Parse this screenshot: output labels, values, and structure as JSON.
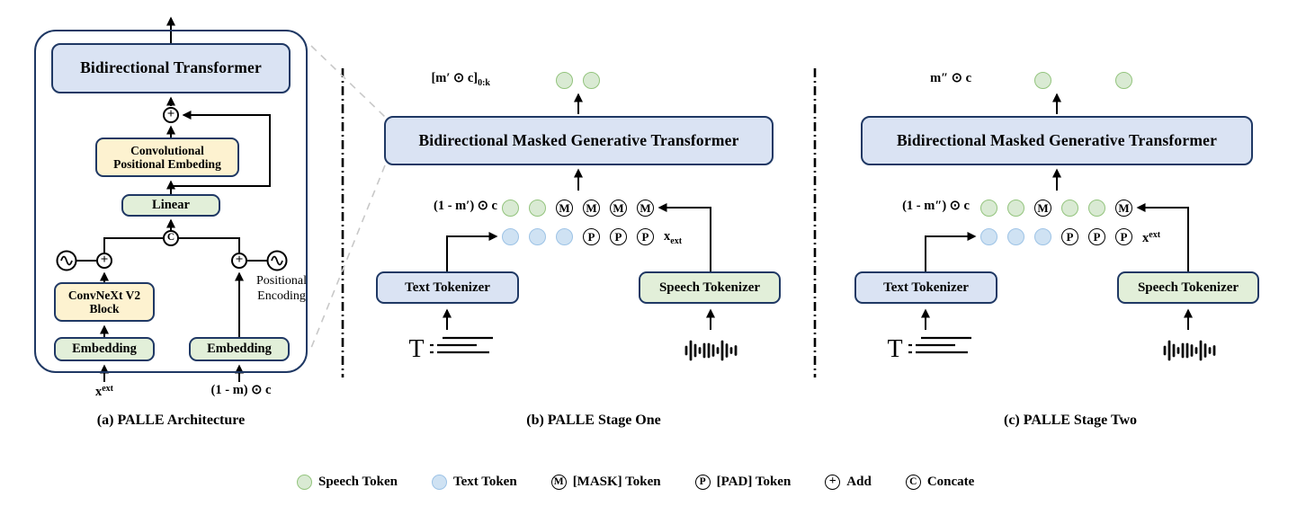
{
  "figure": {
    "panel_a": {
      "caption": "(a) PALLE Architecture",
      "transformer_label": "Bidirectional Transformer",
      "conv_pos_line1": "Convolutional",
      "conv_pos_line2": "Positional Embeding",
      "linear_label": "Linear",
      "convnext_line1": "ConvNeXt V2",
      "convnext_line2": "Block",
      "embedding_left_label": "Embedding",
      "embedding_right_label": "Embedding",
      "positional_encoding_line1": "Positional",
      "positional_encoding_line2": "Encoding",
      "input_left_base": "x",
      "input_left_sup": "ext",
      "input_right": "(1 - m) ⊙ c",
      "add_symbol": "+",
      "concat_symbol": "C"
    },
    "panel_b": {
      "caption": "(b) PALLE Stage One",
      "output_label_main": "[m′ ⊙ c]",
      "output_label_sub": "0:k",
      "output_tokens": [
        "speech",
        "speech"
      ],
      "transformer_label": "Bidirectional Masked Generative Transformer",
      "row1_label": "(1 - m′) ⊙ c",
      "row1_tokens": [
        "speech",
        "speech",
        "mask",
        "mask",
        "mask",
        "mask"
      ],
      "row2_tokens": [
        "text",
        "text",
        "text",
        "pad",
        "pad",
        "pad"
      ],
      "row2_label_base": "x",
      "row2_label_sub": "ext",
      "text_tokenizer_label": "Text Tokenizer",
      "speech_tokenizer_label": "Speech Tokenizer"
    },
    "panel_c": {
      "caption": "(c) PALLE Stage Two",
      "output_label_main": "m″ ⊙ c",
      "output_tokens": [
        "speech",
        "speech"
      ],
      "transformer_label": "Bidirectional Masked Generative Transformer",
      "row1_label": "(1 - m″) ⊙ c",
      "row1_tokens": [
        "speech",
        "speech",
        "mask",
        "speech",
        "speech",
        "mask"
      ],
      "row2_tokens": [
        "text",
        "text",
        "text",
        "pad",
        "pad",
        "pad"
      ],
      "row2_label_base": "x",
      "row2_label_sup": "ext",
      "text_tokenizer_label": "Text Tokenizer",
      "speech_tokenizer_label": "Speech Tokenizer"
    },
    "legend": {
      "items": [
        {
          "icon": "speech-token",
          "label": "Speech Token"
        },
        {
          "icon": "text-token",
          "label": "Text Token"
        },
        {
          "icon": "mask-token",
          "symbol": "M",
          "label": "[MASK] Token"
        },
        {
          "icon": "pad-token",
          "symbol": "P",
          "label": "[PAD] Token"
        },
        {
          "icon": "add",
          "symbol": "+",
          "label": "Add"
        },
        {
          "icon": "concat",
          "symbol": "C",
          "label": "Concate"
        }
      ]
    },
    "token_letters": {
      "speech": "",
      "text": "",
      "mask": "M",
      "pad": "P"
    },
    "colors": {
      "navy_border": "#1f3864",
      "blue_fill": "#dae3f3",
      "green_fill": "#e2efd9",
      "yellow_fill": "#fdf2d0",
      "speech_token_fill": "#d9ead3",
      "speech_token_border": "#93c47d",
      "text_token_fill": "#cfe2f3",
      "text_token_border": "#9dc3e6",
      "callout_gray": "#c8c8c8"
    }
  }
}
